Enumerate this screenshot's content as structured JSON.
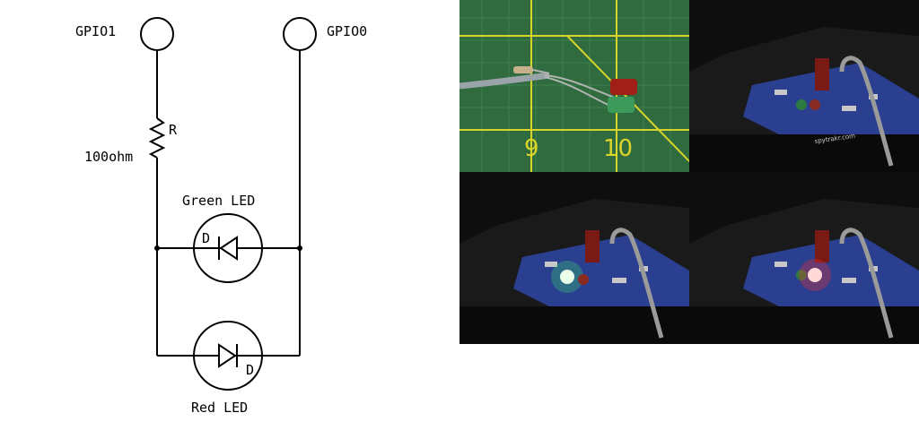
{
  "schematic": {
    "gpio1_label": "GPIO1",
    "gpio0_label": "GPIO0",
    "resistor_label": "R",
    "resistor_value": "100ohm",
    "green_led_label": "Green LED",
    "green_led_designator": "D",
    "red_led_label": "Red LED",
    "red_led_designator": "D"
  },
  "photos": {
    "mat_numbers": [
      "9",
      "10"
    ],
    "board_text": "spytrakr.com",
    "colors": {
      "mat_green": "#2f6b3e",
      "mat_grid": "#d8d42a",
      "board_blue": "#2a3f8f",
      "led_green": "#3cff6a",
      "led_red": "#ff3030"
    }
  }
}
